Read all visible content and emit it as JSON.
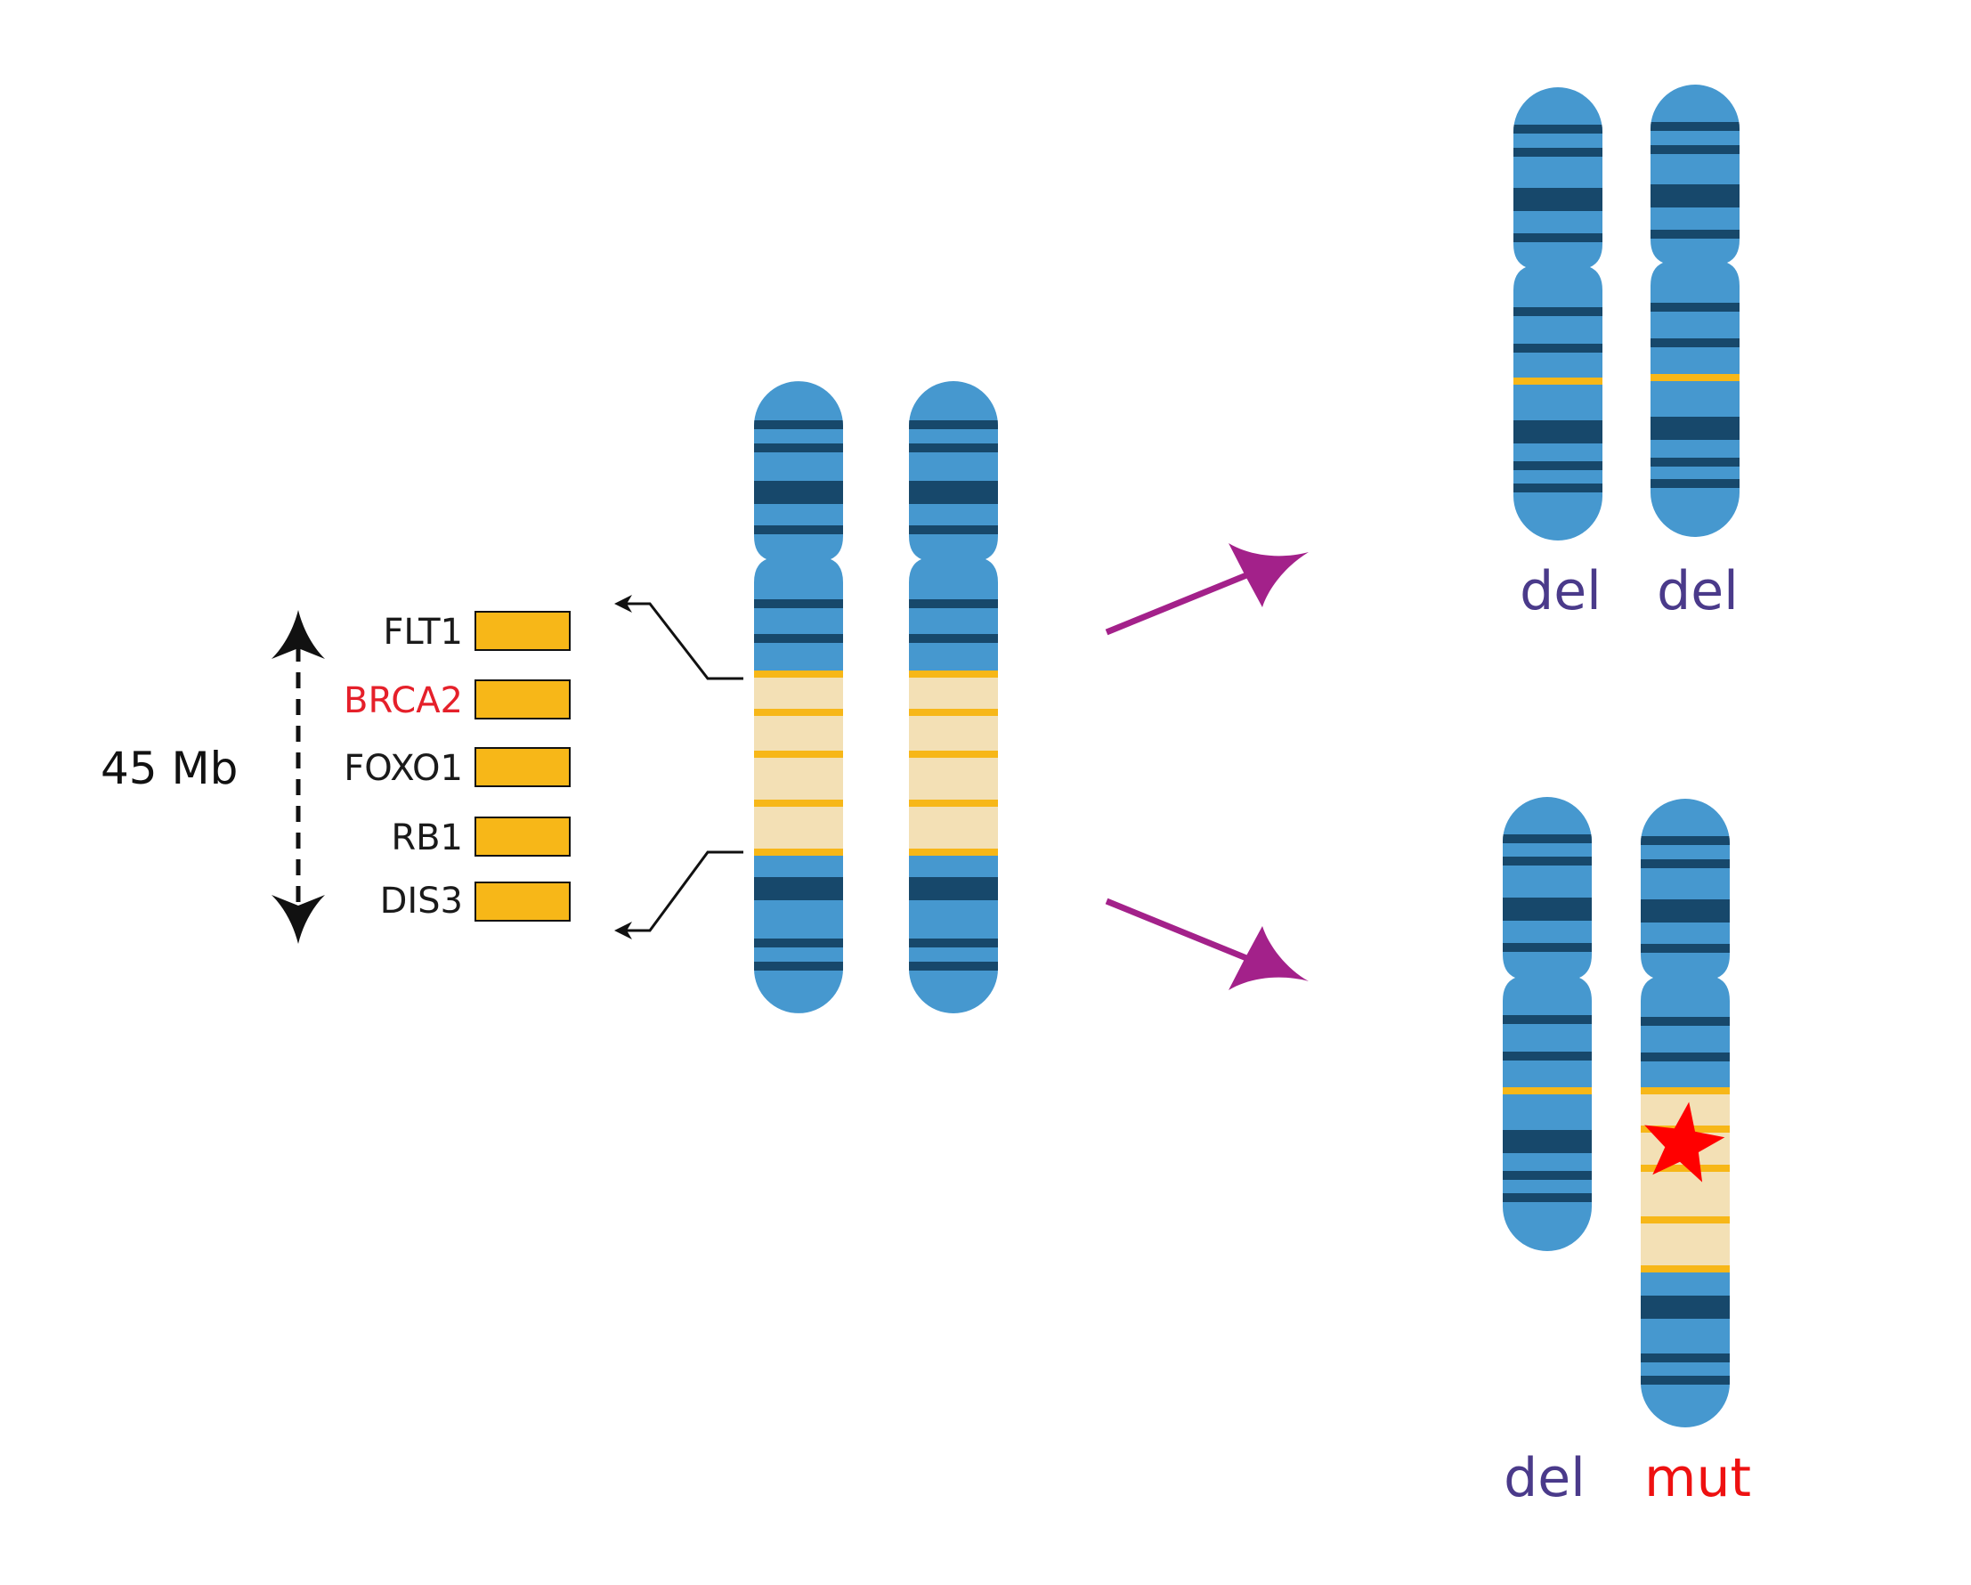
{
  "scale_label": "45 Mb",
  "genes": [
    {
      "name": "FLT1",
      "color": "#1a1a1a"
    },
    {
      "name": "BRCA2",
      "color": "#e5202a"
    },
    {
      "name": "FOXO1",
      "color": "#1a1a1a"
    },
    {
      "name": "RB1",
      "color": "#1a1a1a"
    },
    {
      "name": "DIS3",
      "color": "#1a1a1a"
    }
  ],
  "outcomes": {
    "top": {
      "left": "del",
      "right": "del"
    },
    "bottom": {
      "left": "del",
      "right": "mut"
    }
  },
  "colors": {
    "chromosome": "#4698cf",
    "band_dark": "#17486b",
    "band_gene": "#f7b718",
    "region_fill": "#f3e0b5",
    "gene_box": "#f7b718",
    "arrow": "#a3218a",
    "del_label": "#4a3a8a",
    "mut_label": "#ee1111",
    "mutation_star": "#ff0000"
  }
}
